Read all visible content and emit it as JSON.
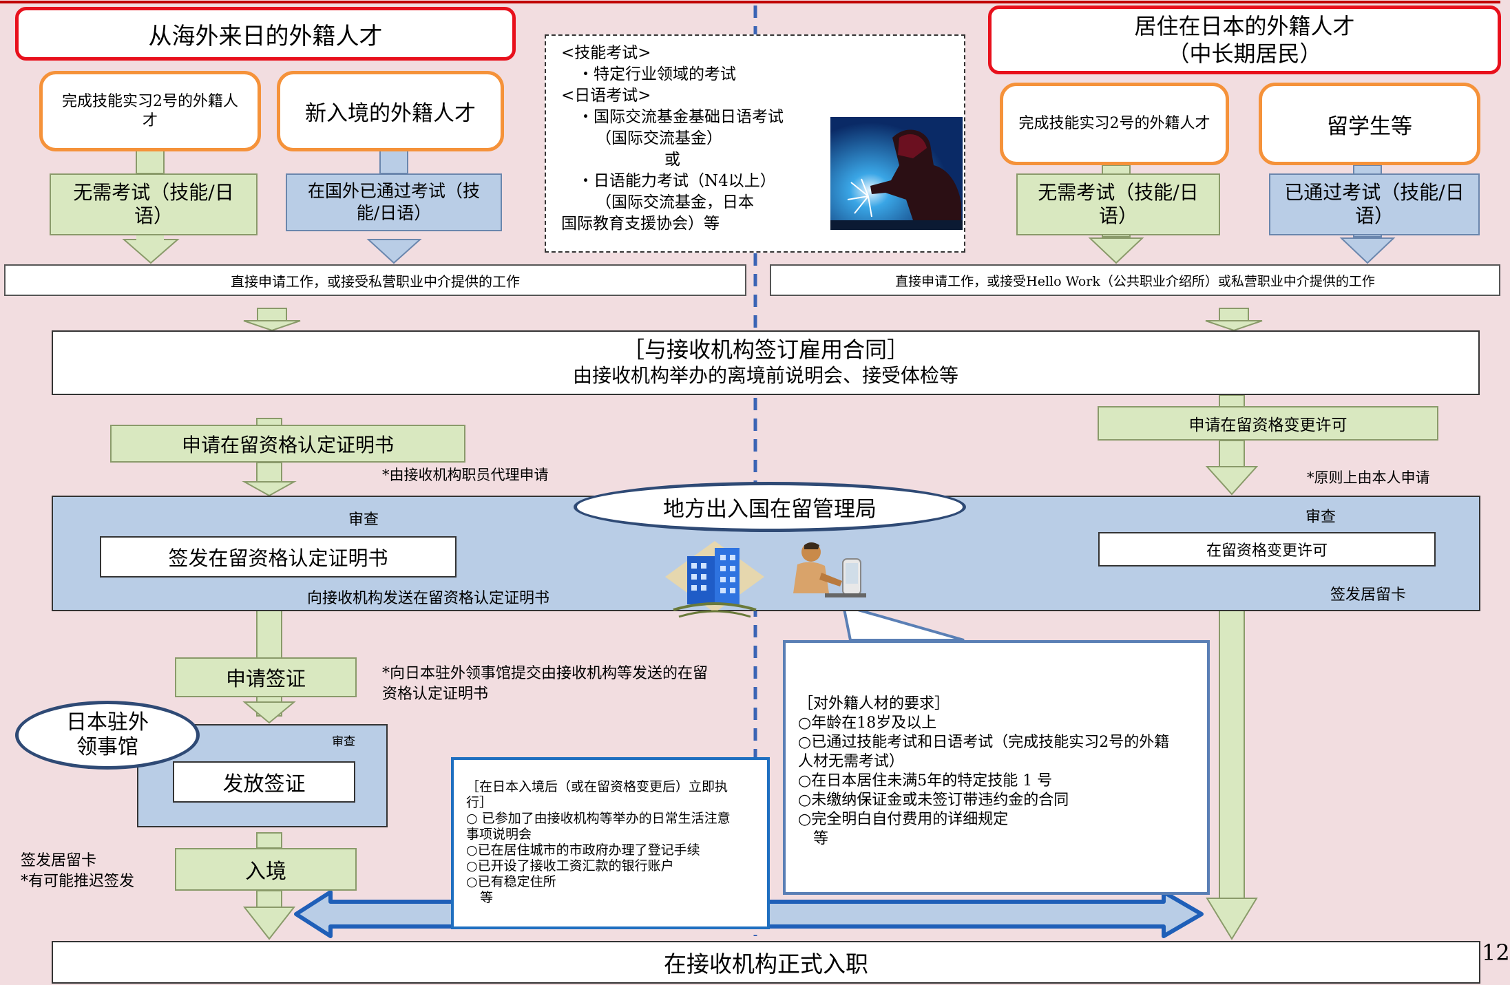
{
  "overseas_title": "从海外来日的外籍人才",
  "resident_title_line1": "居住在日本的外籍人才",
  "resident_title_line2": "（中长期居民）",
  "left": {
    "trainee_label": "完成技能实习2号的外籍人才",
    "new_entry_label": "新入境的外籍人才",
    "no_exam_label": "无需考试（技能/日语）",
    "passed_abroad_label": "在国外已通过考试（技能/日语）",
    "job_search_label": "直接申请工作，或接受私营职业中介提供的工作"
  },
  "right": {
    "trainee_label": "完成技能实习2号的外籍人才",
    "student_label": "留学生等",
    "no_exam_label": "无需考试（技能/日语）",
    "passed_label": "已通过考试（技能/日语）",
    "job_search_label": "直接申请工作，或接受Hello Work（公共职业介绍所）或私营职业中介提供的工作"
  },
  "exams": {
    "skill_header": "<技能考试>",
    "skill_item": "・特定行业领域的考试",
    "jp_header": "<日语考试>",
    "jp_item1": "・国际交流基金基础日语考试",
    "jp_item1_org": "（国际交流基金）",
    "or_label": "或",
    "jp_item2": "・日语能力考试（N4以上）",
    "jp_item2_org_line1": "（国际交流基金，日本",
    "jp_item2_org_line2": "国际教育支援协会）等"
  },
  "contract": {
    "line1": "［与接收机构签订雇用合同］",
    "line2": "由接收机构举办的离境前说明会、接受体检等"
  },
  "coe": {
    "apply_label": "申请在留资格认定证明书",
    "proxy_note": "*由接收机构职员代理申请",
    "review_label": "审查",
    "issue_label": "签发在留资格认定证明书",
    "send_label": "向接收机构发送在留资格认定证明书"
  },
  "immigration_bureau_label": "地方出入国在留管理局",
  "change": {
    "apply_label": "申请在留资格变更许可",
    "self_note": "*原则上由本人申请",
    "review_label": "审查",
    "permit_label": "在留资格变更许可",
    "card_label": "签发居留卡"
  },
  "visa": {
    "apply_label": "申请签证",
    "submit_note_line1": "*向日本驻外领事馆提交由接收机构等发送的在留",
    "submit_note_line2": "资格认定证明书",
    "consulate_line1": "日本驻外",
    "consulate_line2": "领事馆",
    "review_label": "审查",
    "issue_label": "发放签证"
  },
  "entry": {
    "card_line1": "签发居留卡",
    "card_line2": "*有可能推迟签发",
    "entry_label": "入境"
  },
  "requirements": {
    "title": "［对外籍人材的要求］",
    "item1": "○年龄在18岁及以上",
    "item2_line1": "○已通过技能考试和日语考试（完成技能实习2号的外籍",
    "item2_line2": "人材无需考试）",
    "item3": "○在日本居住未满5年的特定技能 1 号",
    "item4": "○未缴纳保证金或未签订带违约金的合同",
    "item5": "○完全明白自付费用的详细规定",
    "etc": "等"
  },
  "after_entry": {
    "title_line1": "［在日本入境后（或在留资格变更后）立即执",
    "title_line2": "行］",
    "item1_line1": "○ 已参加了由接收机构等举办的日常生活注意",
    "item1_line2": "事项说明会",
    "item2": "○已在居住城市的市政府办理了登记手续",
    "item3": "○已开设了接收工资汇款的银行账户",
    "item4": "○已有稳定住所",
    "etc": "等"
  },
  "final_label": "在接收机构正式入职",
  "page_number": "12",
  "colors": {
    "background": "#f2dde0",
    "red_border": "#e8101c",
    "orange_border": "#f5923a",
    "green_box": "#d9e8c0",
    "blue_box": "#b9cde6",
    "dashed_divider": "#3b64b5",
    "band": "#b9cde6"
  },
  "icons": [
    "welder-picture",
    "building-icon",
    "office-worker-icon"
  ]
}
